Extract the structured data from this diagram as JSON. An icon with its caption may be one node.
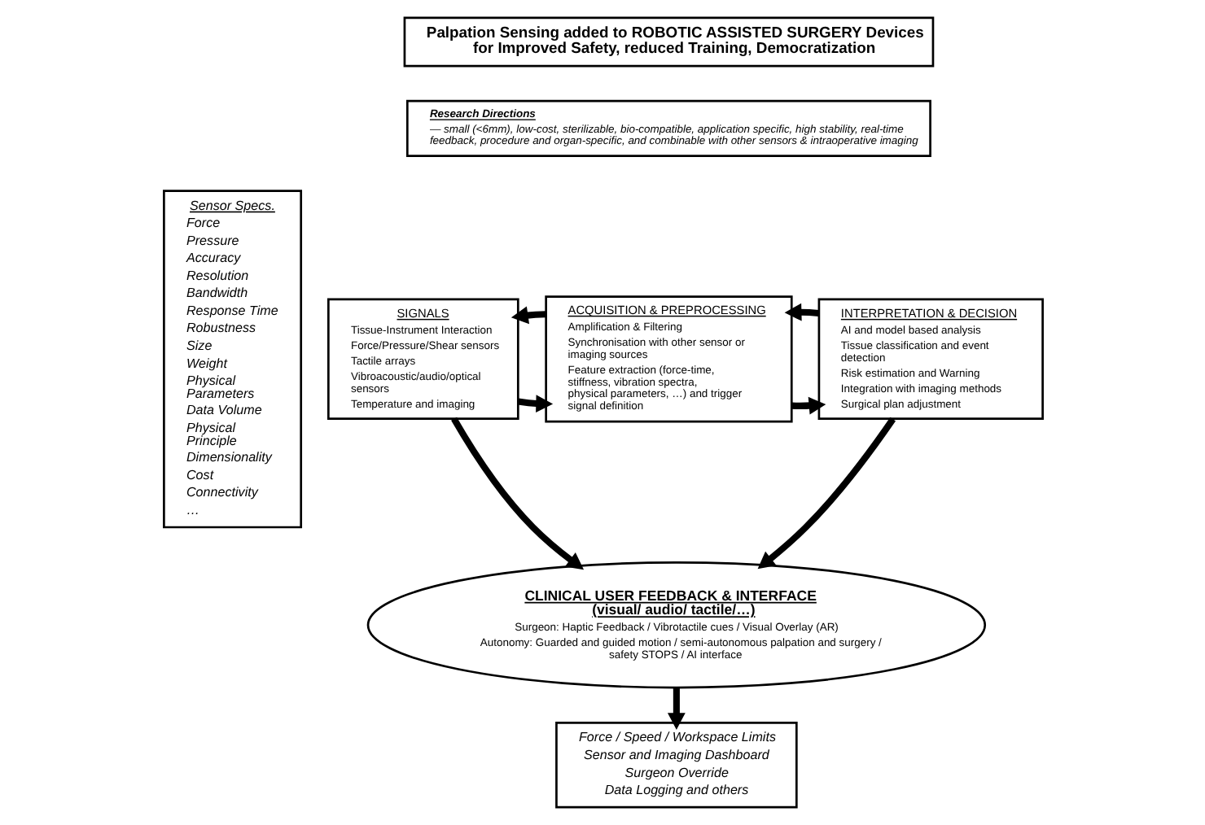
{
  "diagram": {
    "nodes": [
      {
        "text": [
          "Palpation Sensing added to ROBOTIC ASSISTED SURGERY Devices for Improved Safety, reduced Training, Democratization"
        ]
      },
      {
        "text": [
          "Sensor Specs.",
          "Force",
          "Pressure",
          "Accuracy",
          "Resolution",
          "Bandwidth",
          "Response Time",
          "Robustness",
          "Size",
          "Weight",
          "Physical Parameters",
          "Data Volume",
          "Physical Principle",
          "Dimensionality",
          "Cost",
          "Connectivity",
          "…"
        ]
      },
      {
        "text": [
          "Research Directions",
          "— small (<6mm), low-cost, sterilizable, bio-compatible, application specific, high stability, real-time feedback, procedure and organ-specific, and combinable with other sensors & intraoperative imaging"
        ]
      },
      {
        "text": [
          "SIGNALS",
          "Tissue-Instrument Interaction",
          "Force/Pressure/Shear sensors",
          "Tactile arrays",
          "Vibroacoustic/audio/optical sensors",
          "Temperature and imaging"
        ]
      },
      {
        "text": [
          "ACQUISITION & PREPROCESSING",
          "Amplification & Filtering",
          "Synchronisation with other sensor or imaging sources",
          "Feature extraction (force-time, stiffness, vibration spectra, physical parameters, …) and trigger signal definition"
        ]
      },
      {
        "text": [
          "INTERPRETATION & DECISION",
          "AI and model based analysis",
          "Tissue classification and event detection",
          "Risk estimation and Warning",
          "Integration with imaging methods",
          "Surgical plan adjustment"
        ]
      },
      {
        "text": [
          "CLINICAL USER FEEDBACK & INTERFACE (visual/ audio/ tactile/…)",
          "Surgeon: Haptic Feedback / Vibrotactile cues / Visual Overlay (AR)",
          "Autonomy: Guarded and guided motion / semi-autonomous palpation and surgery / safety STOPS / AI interface"
        ]
      },
      {
        "text": [
          "Force / Speed / Workspace Limits",
          "Sensor and Imaging Dashboard",
          "Surgeon Override",
          "Data Logging and others"
        ]
      }
    ],
    "edges": [
      {
        "from": 3,
        "to": 4,
        "arrow": "to"
      },
      {
        "from": 4,
        "to": 3,
        "arrow": "to"
      },
      {
        "from": 4,
        "to": 5,
        "arrow": "to"
      },
      {
        "from": 5,
        "to": 4,
        "arrow": "to"
      },
      {
        "from": 3,
        "to": 6,
        "arrow": "to"
      },
      {
        "from": 5,
        "to": 6,
        "arrow": "to"
      },
      {
        "from": 6,
        "to": 7,
        "arrow": "to"
      }
    ]
  }
}
